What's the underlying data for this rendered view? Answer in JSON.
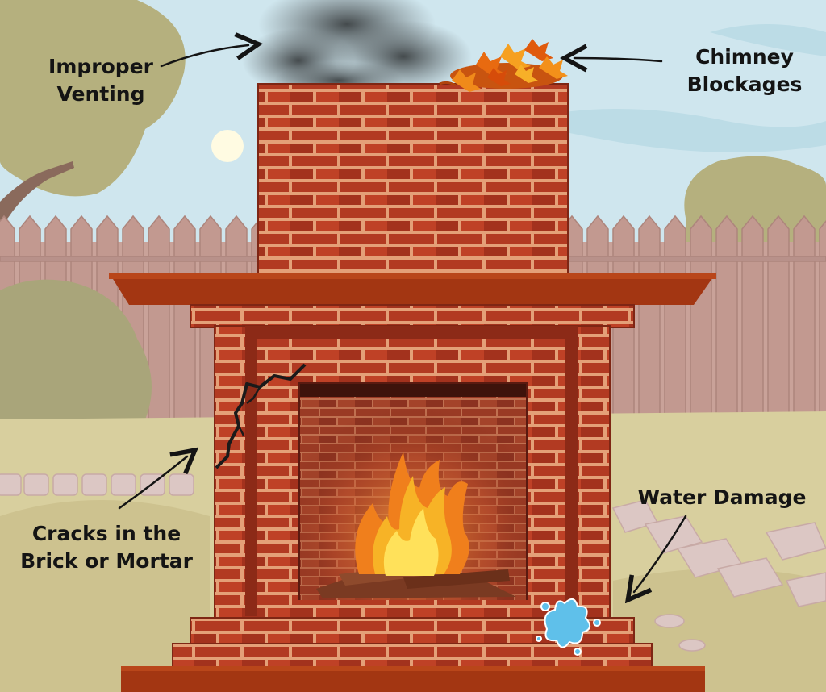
{
  "labels": {
    "improper_venting": [
      "Improper",
      "Venting"
    ],
    "chimney_blockages": [
      "Chimney",
      "Blockages"
    ],
    "cracks": [
      "Cracks in the",
      "Brick or Mortar"
    ],
    "water_damage": "Water Damage"
  },
  "colors": {
    "sky": "#cfe6ee",
    "fence": "#c9a299",
    "grass": "#d8cf9e",
    "brick": "#b23a22",
    "brick_dark": "#7e2614",
    "mortar": "#e4a078",
    "mantel": "#a33612",
    "flame_outer": "#f07f1c",
    "flame_inner": "#ffe15a",
    "water": "#5fc0ea",
    "leaves": "#e46a12",
    "smoke": "#4d5355"
  }
}
